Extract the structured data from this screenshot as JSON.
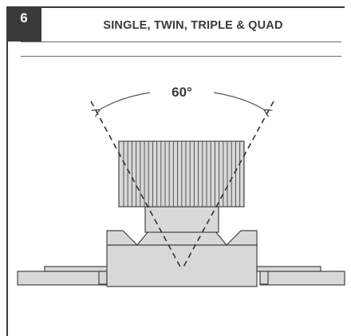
{
  "section": {
    "number": "6",
    "title": "SINGLE, TWIN, TRIPLE & QUAD"
  },
  "diagram": {
    "beam_angle_label": "60°"
  },
  "colors": {
    "dark": "#3a3a3a",
    "fill": "#d8d8d8",
    "line": "#555555"
  }
}
